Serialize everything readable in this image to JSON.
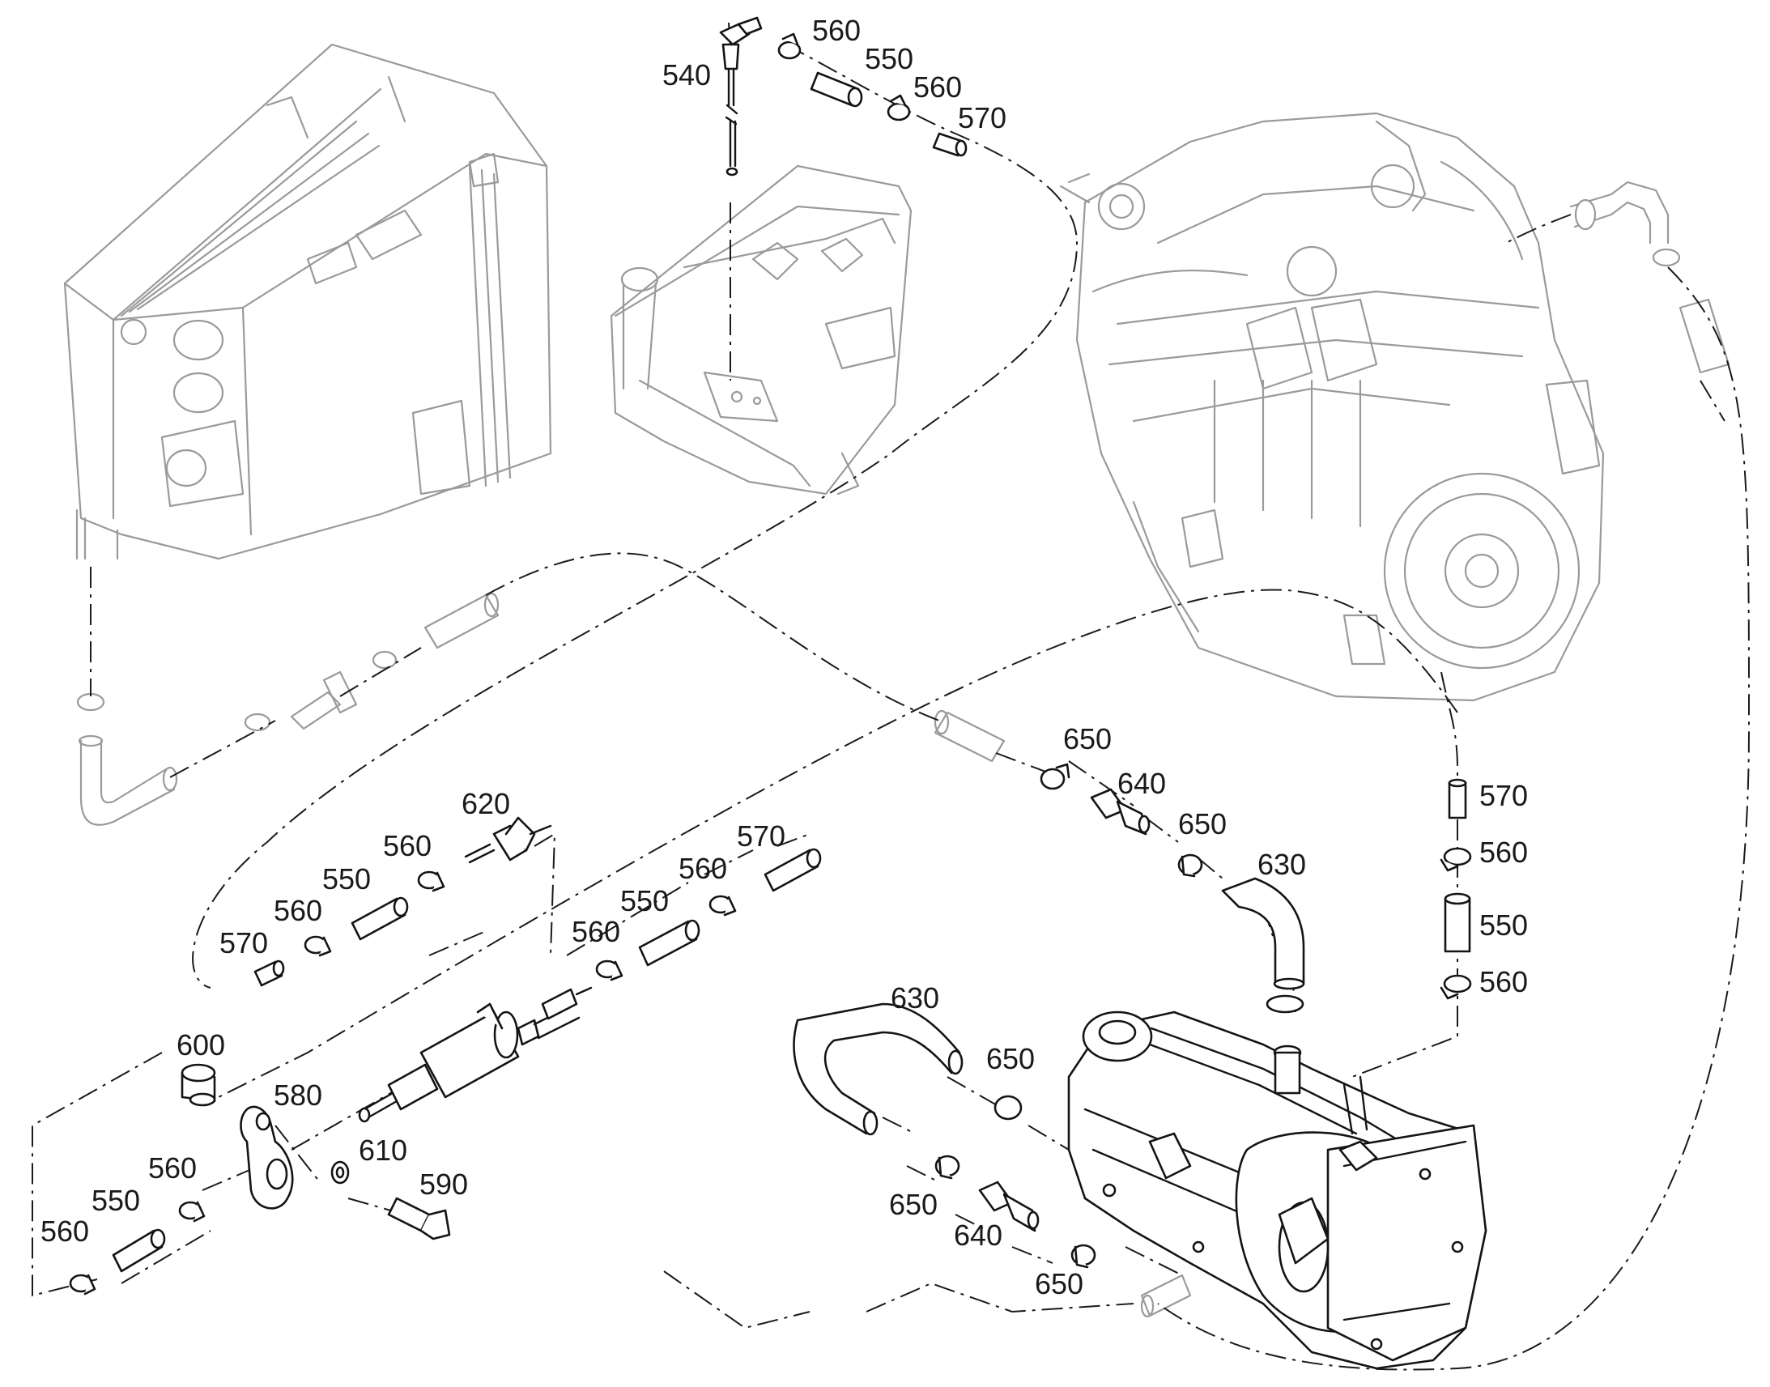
{
  "callouts": [
    {
      "id": "c540a",
      "text": "540"
    },
    {
      "id": "c560a",
      "text": "560"
    },
    {
      "id": "c550a",
      "text": "550"
    },
    {
      "id": "c560b",
      "text": "560"
    },
    {
      "id": "c570a",
      "text": "570"
    },
    {
      "id": "c650a",
      "text": "650"
    },
    {
      "id": "c640a",
      "text": "640"
    },
    {
      "id": "c650b",
      "text": "650"
    },
    {
      "id": "c630a",
      "text": "630"
    },
    {
      "id": "c620",
      "text": "620"
    },
    {
      "id": "c560c",
      "text": "560"
    },
    {
      "id": "c550b",
      "text": "550"
    },
    {
      "id": "c560d",
      "text": "560"
    },
    {
      "id": "c570b",
      "text": "570"
    },
    {
      "id": "c570c",
      "text": "570"
    },
    {
      "id": "c560e",
      "text": "560"
    },
    {
      "id": "c550c",
      "text": "550"
    },
    {
      "id": "c560f",
      "text": "560"
    },
    {
      "id": "c570d",
      "text": "570"
    },
    {
      "id": "c560g",
      "text": "560"
    },
    {
      "id": "c550d",
      "text": "550"
    },
    {
      "id": "c560h",
      "text": "560"
    },
    {
      "id": "c630b",
      "text": "630"
    },
    {
      "id": "c650c",
      "text": "650"
    },
    {
      "id": "c600",
      "text": "600"
    },
    {
      "id": "c580",
      "text": "580"
    },
    {
      "id": "c610",
      "text": "610"
    },
    {
      "id": "c590",
      "text": "590"
    },
    {
      "id": "c560i",
      "text": "560"
    },
    {
      "id": "c550e",
      "text": "550"
    },
    {
      "id": "c560j",
      "text": "560"
    },
    {
      "id": "c650d",
      "text": "650"
    },
    {
      "id": "c640b",
      "text": "640"
    },
    {
      "id": "c650e",
      "text": "650"
    }
  ]
}
